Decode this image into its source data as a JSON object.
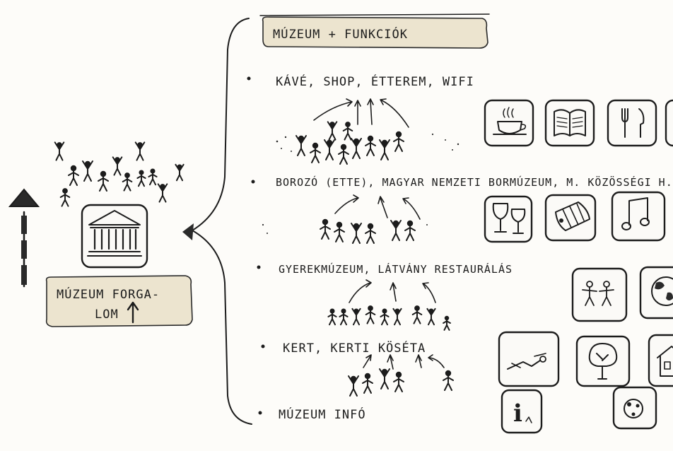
{
  "left_label": {
    "line1": "MÚZEUM FORGA-",
    "line2": "LOM"
  },
  "header_label": "MÚZEUM + FUNKCIÓK",
  "functions": [
    {
      "text": "KÁVÉ, SHOP, ÉTTEREM, WIFI"
    },
    {
      "text": "BOROZÓ (ETTE), MAGYAR NEMZETI BORMÚZEUM, M. KÖZÖSSÉGI H."
    },
    {
      "text": "GYEREKMÚZEUM, LÁTVÁNY RESTAURÁLÁS"
    },
    {
      "text": "KERT, KERTI KÖSÉTA"
    },
    {
      "text": "MÚZEUM INFÓ"
    }
  ],
  "icons": {
    "row1": [
      "coffee-cup-icon",
      "open-book-icon",
      "fork-knife-icon"
    ],
    "row2": [
      "wine-glasses-icon",
      "wine-barrel-icon",
      "music-note-icon"
    ],
    "row3": [
      "children-icon",
      "globe-icon"
    ],
    "row4": [
      "sunbather-icon",
      "tree-icon",
      "house-icon"
    ],
    "row5": [
      "info-icon",
      "ball-icon"
    ]
  },
  "info_glyph": "i"
}
